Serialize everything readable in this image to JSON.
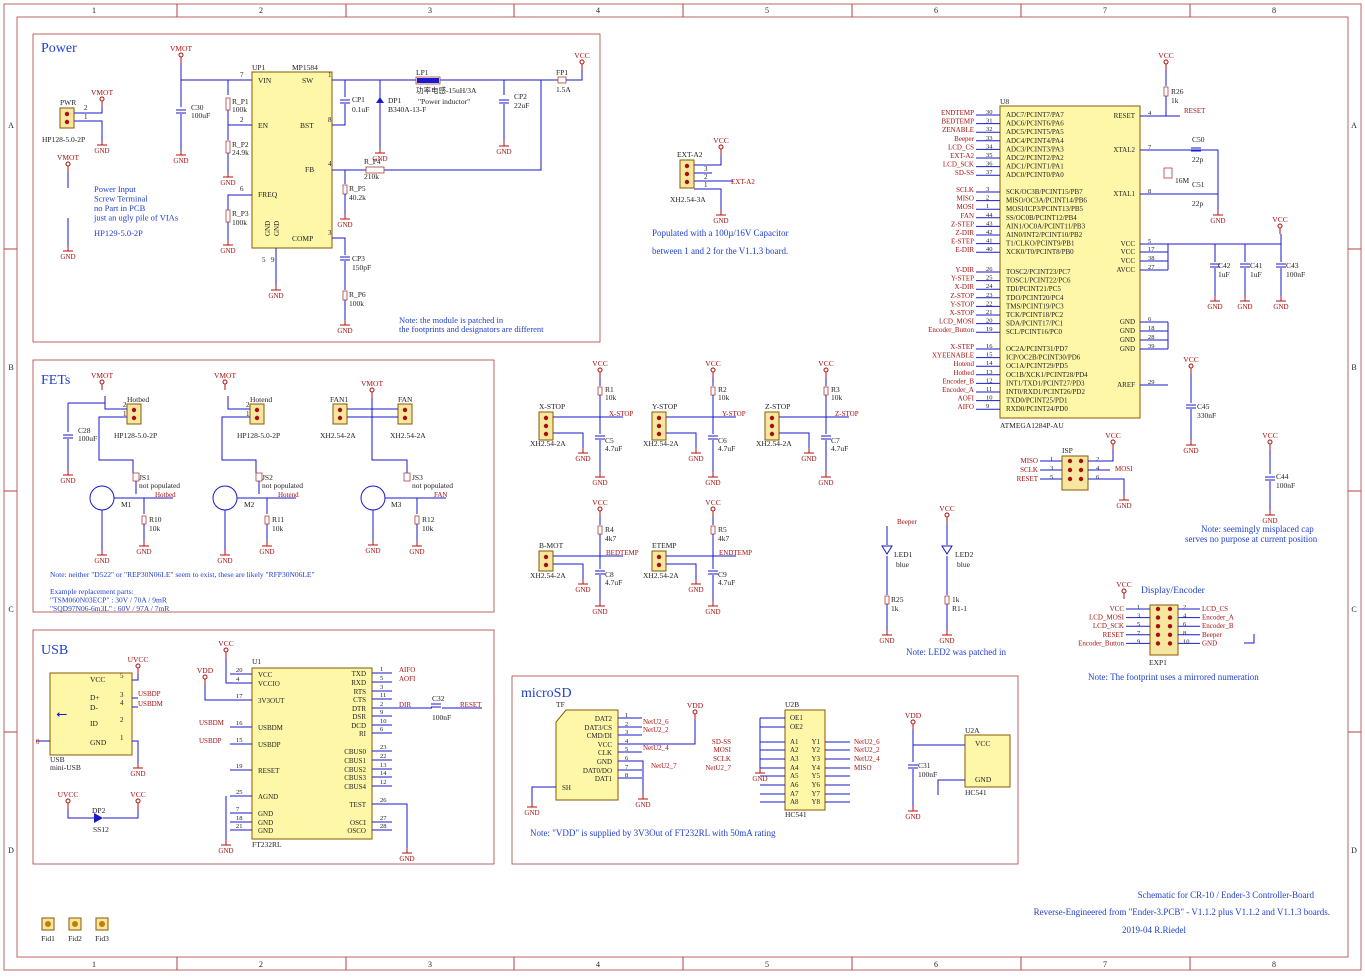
{
  "frame": {
    "columns": [
      "1",
      "2",
      "3",
      "4",
      "5",
      "6",
      "7",
      "8"
    ],
    "rows": [
      "A",
      "B",
      "C",
      "D"
    ]
  },
  "sections": {
    "power": {
      "title": "Power",
      "nets": {
        "vmot": "VMOT",
        "vcc": "VCC",
        "gnd": "GND"
      },
      "pwr": {
        "ref": "PWR",
        "part": "HP128-5.0-2P"
      },
      "screw_note": [
        "Power Input",
        "Screw Terminal",
        "no Part in PCB",
        "just an ugly pile of VIAs"
      ],
      "screw_part": "HP129-5.0-2P",
      "ic": {
        "ref": "UP1",
        "part": "MP1584",
        "pins": [
          "VIN",
          "EN",
          "FREQ",
          "SW",
          "BST",
          "FB",
          "COMP",
          "GND",
          "GND"
        ]
      },
      "parts": {
        "c30": "C30",
        "c30v": "100uF",
        "rp1": "R_P1",
        "rp1v": "100k",
        "rp2": "R_P2",
        "rp2v": "24.9k",
        "rp3": "R_P3",
        "rp3v": "100k",
        "cp1": "CP1",
        "cp1v": "0.1uF",
        "dp1": "DP1",
        "dp1v": "B340A-13-F",
        "lp1": "LP1",
        "lp1v": "功率电感-15uH/3A",
        "lp1q": "\"Power inductor\"",
        "cp2": "CP2",
        "cp2v": "22uF",
        "fp1": "FP1",
        "fp1v": "1.5A",
        "rp4": "R_P4",
        "rp4v": "210k",
        "rp5": "R_P5",
        "rp5v": "40.2k",
        "cp3": "CP3",
        "cp3v": "150pF",
        "rp6": "R_P6",
        "rp6v": "100k"
      },
      "note": [
        "Note: the module is patched in",
        "the footprints and designators are different"
      ]
    },
    "fets": {
      "title": "FETs",
      "hotbed": {
        "ref": "Hotbed",
        "part": "HP128-5.0-2P",
        "cap": "C28",
        "capv": "100uF",
        "js": "JS1",
        "m": "M1",
        "r": "R10",
        "rv": "10k",
        "net": "Hotbed"
      },
      "hotend": {
        "ref": "Hotend",
        "part": "HP128-5.0-2P",
        "js": "JS2",
        "m": "M2",
        "r": "R11",
        "rv": "10k",
        "net": "Hotend"
      },
      "fan": {
        "ref1": "FAN1",
        "ref2": "FAN",
        "part": "XH2.54-2A",
        "js": "JS3",
        "m": "M3",
        "r": "R12",
        "rv": "10k",
        "net": "FAN"
      },
      "not_populated": "not populated",
      "note": "Note: neither \"D522\" or \"REP30N06LE\" seem to exist, these are likely \"RFP30N06LE\"",
      "repl": [
        "Example replacement parts:",
        "\"TSM060N03ECP\" : 30V / 70A / 9mR",
        "\"SQD97N06-6m3L\" : 60V / 97A / 7mR"
      ]
    },
    "usb": {
      "title": "USB",
      "conn": {
        "ref": "USB",
        "part": "mini-USB",
        "pins": [
          "VCC",
          "D+",
          "D-",
          "ID",
          "GND"
        ]
      },
      "ic": {
        "ref": "U1",
        "part": "FT232RL",
        "left": [
          "VCC",
          "VCCIO",
          "3V3OUT",
          "USBDM",
          "USBDP",
          "RESET",
          "AGND",
          "GND",
          "GND",
          "GND"
        ],
        "right": [
          "TXD",
          "RXD",
          "RTS",
          "CTS",
          "DTR",
          "DSR",
          "DCD",
          "RI",
          "CBUS0",
          "CBUS1",
          "CBUS2",
          "CBUS3",
          "CBUS4",
          "TEST",
          "OSCI",
          "OSCO"
        ]
      },
      "nets": {
        "uvcc": "UVCC",
        "usbdp": "USBDP",
        "usbdm": "USBDM",
        "vdd": "VDD",
        "aifo": "AIFO",
        "aofi": "AOFI",
        "dir": "DIR",
        "reset": "RESET"
      },
      "c32": "C32",
      "c32v": "100nF",
      "dp2": "DP2",
      "dp2v": "SS12"
    },
    "optos": [
      {
        "ref": "X-STOP",
        "r": "R1",
        "rv": "10k",
        "c": "C5",
        "cv": "4.7uF",
        "net": "X-STOP",
        "part": "XH2.54-2A"
      },
      {
        "ref": "Y-STOP",
        "r": "R2",
        "rv": "10k",
        "c": "C6",
        "cv": "4.7uF",
        "net": "Y-STOP",
        "part": "XH2.54-2A"
      },
      {
        "ref": "Z-STOP",
        "r": "R3",
        "rv": "10k",
        "c": "C7",
        "cv": "4.7uF",
        "net": "Z-STOP",
        "part": "XH2.54-2A"
      },
      {
        "ref": "B-MOT",
        "r": "R4",
        "rv": "4k7",
        "c": "C8",
        "cv": "4.7uF",
        "net": "BEDTEMP",
        "part": "XH2.54-2A"
      },
      {
        "ref": "ETEMP",
        "r": "R5",
        "rv": "4k7",
        "c": "C9",
        "cv": "4.7uF",
        "net": "ENDTEMP",
        "part": "XH2.54-2A"
      }
    ],
    "ext": {
      "ref": "EXT-A2",
      "net": "EXT-A2",
      "part": "XH2.54-3A",
      "note1": "Populated with a 100µ/16V Capacitor",
      "note2": "between 1 and 2 for the V1.1.3 board."
    },
    "mcu": {
      "ref": "U8",
      "part": "ATMEGA1284P-AU",
      "left": [
        [
          "ENDTEMP",
          "30",
          "ADC7/PCINT7/PA7"
        ],
        [
          "BEDTEMP",
          "31",
          "ADC6/PCINT6/PA6"
        ],
        [
          "ZENABLE",
          "32",
          "ADC5/PCINT5/PA5"
        ],
        [
          "Beeper",
          "33",
          "ADC4/PCINT4/PA4"
        ],
        [
          "LCD_CS",
          "34",
          "ADC3/PCINT3/PA3"
        ],
        [
          "EXT-A2",
          "35",
          "ADC2/PCINT2/PA2"
        ],
        [
          "LCD_SCK",
          "36",
          "ADC1/PCINT1/PA1"
        ],
        [
          "SD-SS",
          "37",
          "ADC0/PCINT0/PA0"
        ],
        [
          "SCLK",
          "3",
          "SCK/OC3B/PCINT15/PB7"
        ],
        [
          "MISO",
          "2",
          "MISO/OC3A/PCINT14/PB6"
        ],
        [
          "MOSI",
          "1",
          "MOSI/ICP3/PCINT13/PB5"
        ],
        [
          "FAN",
          "44",
          "SS/OC0B/PCINT12/PB4"
        ],
        [
          "Z-STEP",
          "43",
          "AIN1/OC0A/PCINT11/PB3"
        ],
        [
          "Z-DIR",
          "42",
          "AIN0/INT2/PCINT10/PB2"
        ],
        [
          "E-STEP",
          "41",
          "T1/CLKO/PCINT9/PB1"
        ],
        [
          "E-DIR",
          "40",
          "XCK0/T0/PCINT8/PB0"
        ],
        [
          "Y-DIR",
          "26",
          "TOSC2/PCINT23/PC7"
        ],
        [
          "Y-STEP",
          "25",
          "TOSC1/PCINT22/PC6"
        ],
        [
          "X-DIR",
          "24",
          "TDI/PCINT21/PC5"
        ],
        [
          "Z-STOP",
          "23",
          "TDO/PCINT20/PC4"
        ],
        [
          "Y-STOP",
          "22",
          "TMS/PCINT19/PC3"
        ],
        [
          "X-STOP",
          "21",
          "TCK/PCINT18/PC2"
        ],
        [
          "LCD_MOSI",
          "20",
          "SDA/PCINT17/PC1"
        ],
        [
          "Encoder_Button",
          "19",
          "SCL/PCINT16/PC0"
        ],
        [
          "X-STEP",
          "16",
          "OC2A/PCINT31/PD7"
        ],
        [
          "XYEENABLE",
          "15",
          "ICP/OC2B/PCINT30/PD6"
        ],
        [
          "Hotend",
          "14",
          "OC1A/PCINT29/PD5"
        ],
        [
          "Hotbed",
          "13",
          "OC1B/XCK1/PCINT28/PD4"
        ],
        [
          "Encoder_B",
          "12",
          "INT1/TXD1/PCINT27/PD3"
        ],
        [
          "Encoder_A",
          "11",
          "INT0/RXD1/PCINT26/PD2"
        ],
        [
          "AOFI",
          "10",
          "TXD0/PCINT25/PD1"
        ],
        [
          "AIFO",
          "9",
          "RXD0/PCINT24/PD0"
        ]
      ],
      "right": [
        [
          "RESET",
          "4"
        ],
        [
          "XTAL2",
          "7"
        ],
        [
          "XTAL1",
          "8"
        ],
        [
          "VCC",
          "5"
        ],
        [
          "VCC",
          "17"
        ],
        [
          "VCC",
          "38"
        ],
        [
          "AVCC",
          "27"
        ],
        [
          "GND",
          "6"
        ],
        [
          "GND",
          "18"
        ],
        [
          "GND",
          "28"
        ],
        [
          "GND",
          "39"
        ],
        [
          "AREF",
          "29"
        ]
      ],
      "parts": {
        "r26": "R26",
        "r26v": "1k",
        "c50": "C50",
        "c50v": "22p",
        "c51": "C51",
        "c51v": "22p",
        "y": "16M",
        "c42": "C42",
        "c42v": "1uF",
        "c41": "C41",
        "c41v": "1uF",
        "c43": "C43",
        "c43v": "100nF",
        "c45": "C45",
        "c45v": "330nF",
        "c44": "C44",
        "c44v": "100nF"
      },
      "cap_note": [
        "Note: seemingly misplaced cap",
        "serves no purpose at current position"
      ]
    },
    "isp": {
      "ref": "ISP",
      "left": [
        [
          "MISO",
          "1"
        ],
        [
          "SCLK",
          "3"
        ],
        [
          "RESET",
          "5"
        ]
      ],
      "right": [
        [
          "2",
          "VCC"
        ],
        [
          "4",
          "MOSI"
        ],
        [
          "6",
          "GND"
        ]
      ]
    },
    "leds": {
      "led1": "LED1",
      "led1c": "blue",
      "led1net": "Beeper",
      "r25": "R25",
      "r25v": "1k",
      "led2": "LED2",
      "led2c": "blue",
      "r1": "R1-1",
      "r1v": "1k",
      "note": "Note: LED2 was patched in"
    },
    "display": {
      "title": "Display/Encoder",
      "ref": "EXP1",
      "left": [
        [
          "VCC",
          "1"
        ],
        [
          "LCD_MOSI",
          "3"
        ],
        [
          "LCD_SCK",
          "5"
        ],
        [
          "RESET",
          "7"
        ],
        [
          "Encoder_Button",
          "9"
        ]
      ],
      "right": [
        [
          "2",
          "LCD_CS"
        ],
        [
          "4",
          "Encoder_A"
        ],
        [
          "6",
          "Encoder_B"
        ],
        [
          "8",
          "Beeper"
        ],
        [
          "10",
          "GND"
        ]
      ],
      "note": "Note: The footprint uses a mirrored numeration"
    },
    "microsd": {
      "title": "microSD",
      "ref": "TF",
      "pins": [
        "DAT2",
        "DAT3/CS",
        "CMD/DI",
        "VCC",
        "CLK",
        "GND",
        "DAT0/DO",
        "DAT1",
        "SH"
      ],
      "nets": [
        "NetU2_6",
        "NetU2_2",
        "NetU2_4",
        "NetU2_7"
      ],
      "buf": {
        "ref": "U2B",
        "part": "HC541",
        "ins": [
          "OE1",
          "OE2",
          "A1",
          "A2",
          "A3",
          "A4",
          "A5",
          "A6",
          "A7",
          "A8"
        ],
        "outs": [
          "Y1",
          "Y2",
          "Y3",
          "Y4",
          "Y5",
          "Y6",
          "Y7",
          "Y8"
        ],
        "inl": [
          "SD-SS",
          "MOSI",
          "SCLK",
          "NetU2_7"
        ],
        "outl": [
          "NetU2_6",
          "NetU2_2",
          "NetU2_4",
          "MISO"
        ]
      },
      "pwr": {
        "ref": "U2A",
        "part": "HC541",
        "c": "C31",
        "cv": "100nF",
        "vdd": "VDD"
      },
      "note": "Note: \"VDD\" is supplied by 3V3Out of FT232RL with 50mA rating"
    },
    "titleblock": [
      "Schematic for CR-10 / Ender-3 Controller-Board",
      "Reverse-Engineered from \"Ender-3.PCB\" - V1.1.2 plus V1.1.2 and V1.1.3 boards.",
      "2019-04 R.Riedel"
    ],
    "fiducials": [
      "Fid1",
      "Fid2",
      "Fid3"
    ]
  }
}
